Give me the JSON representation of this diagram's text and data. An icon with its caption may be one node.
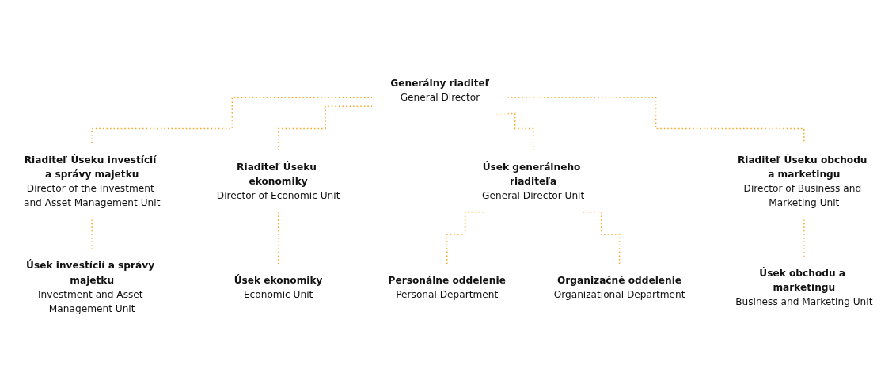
{
  "diagram": {
    "nodes": [
      {
        "text": [
          "Generálny riaditeľ",
          "General Director"
        ]
      },
      {
        "text": [
          "Riaditeľ Úseku investícií a správy majetku",
          "Director of the Investment and Asset Management Unit"
        ]
      },
      {
        "text": [
          "Riaditeľ Úseku ekonomiky",
          "Director of Economic Unit"
        ]
      },
      {
        "text": [
          "Úsek generálneho riaditeľa",
          "General Director Unit"
        ]
      },
      {
        "text": [
          "Riaditeľ Úseku obchodu a marketingu",
          "Director of Business and Marketing Unit"
        ]
      },
      {
        "text": [
          "Úsek investícií a správy majetku",
          "Investment and Asset Management Unit"
        ]
      },
      {
        "text": [
          "Úsek ekonomiky",
          "Economic Unit"
        ]
      },
      {
        "text": [
          "Personálne oddelenie",
          "Personal Department"
        ]
      },
      {
        "text": [
          "Organizačné oddelenie",
          "Organizational Department"
        ]
      },
      {
        "text": [
          "Úsek obchodu a marketingu",
          "Business and Marketing Unit"
        ]
      }
    ],
    "edges": [
      {
        "from": 0,
        "to": 1,
        "arrow": "none"
      },
      {
        "from": 0,
        "to": 2,
        "arrow": "none"
      },
      {
        "from": 0,
        "to": 3,
        "arrow": "none"
      },
      {
        "from": 0,
        "to": 4,
        "arrow": "none"
      },
      {
        "from": 1,
        "to": 5,
        "arrow": "none"
      },
      {
        "from": 2,
        "to": 6,
        "arrow": "none"
      },
      {
        "from": 3,
        "to": 7,
        "arrow": "none"
      },
      {
        "from": 3,
        "to": 8,
        "arrow": "none"
      },
      {
        "from": 4,
        "to": 9,
        "arrow": "none"
      }
    ]
  }
}
